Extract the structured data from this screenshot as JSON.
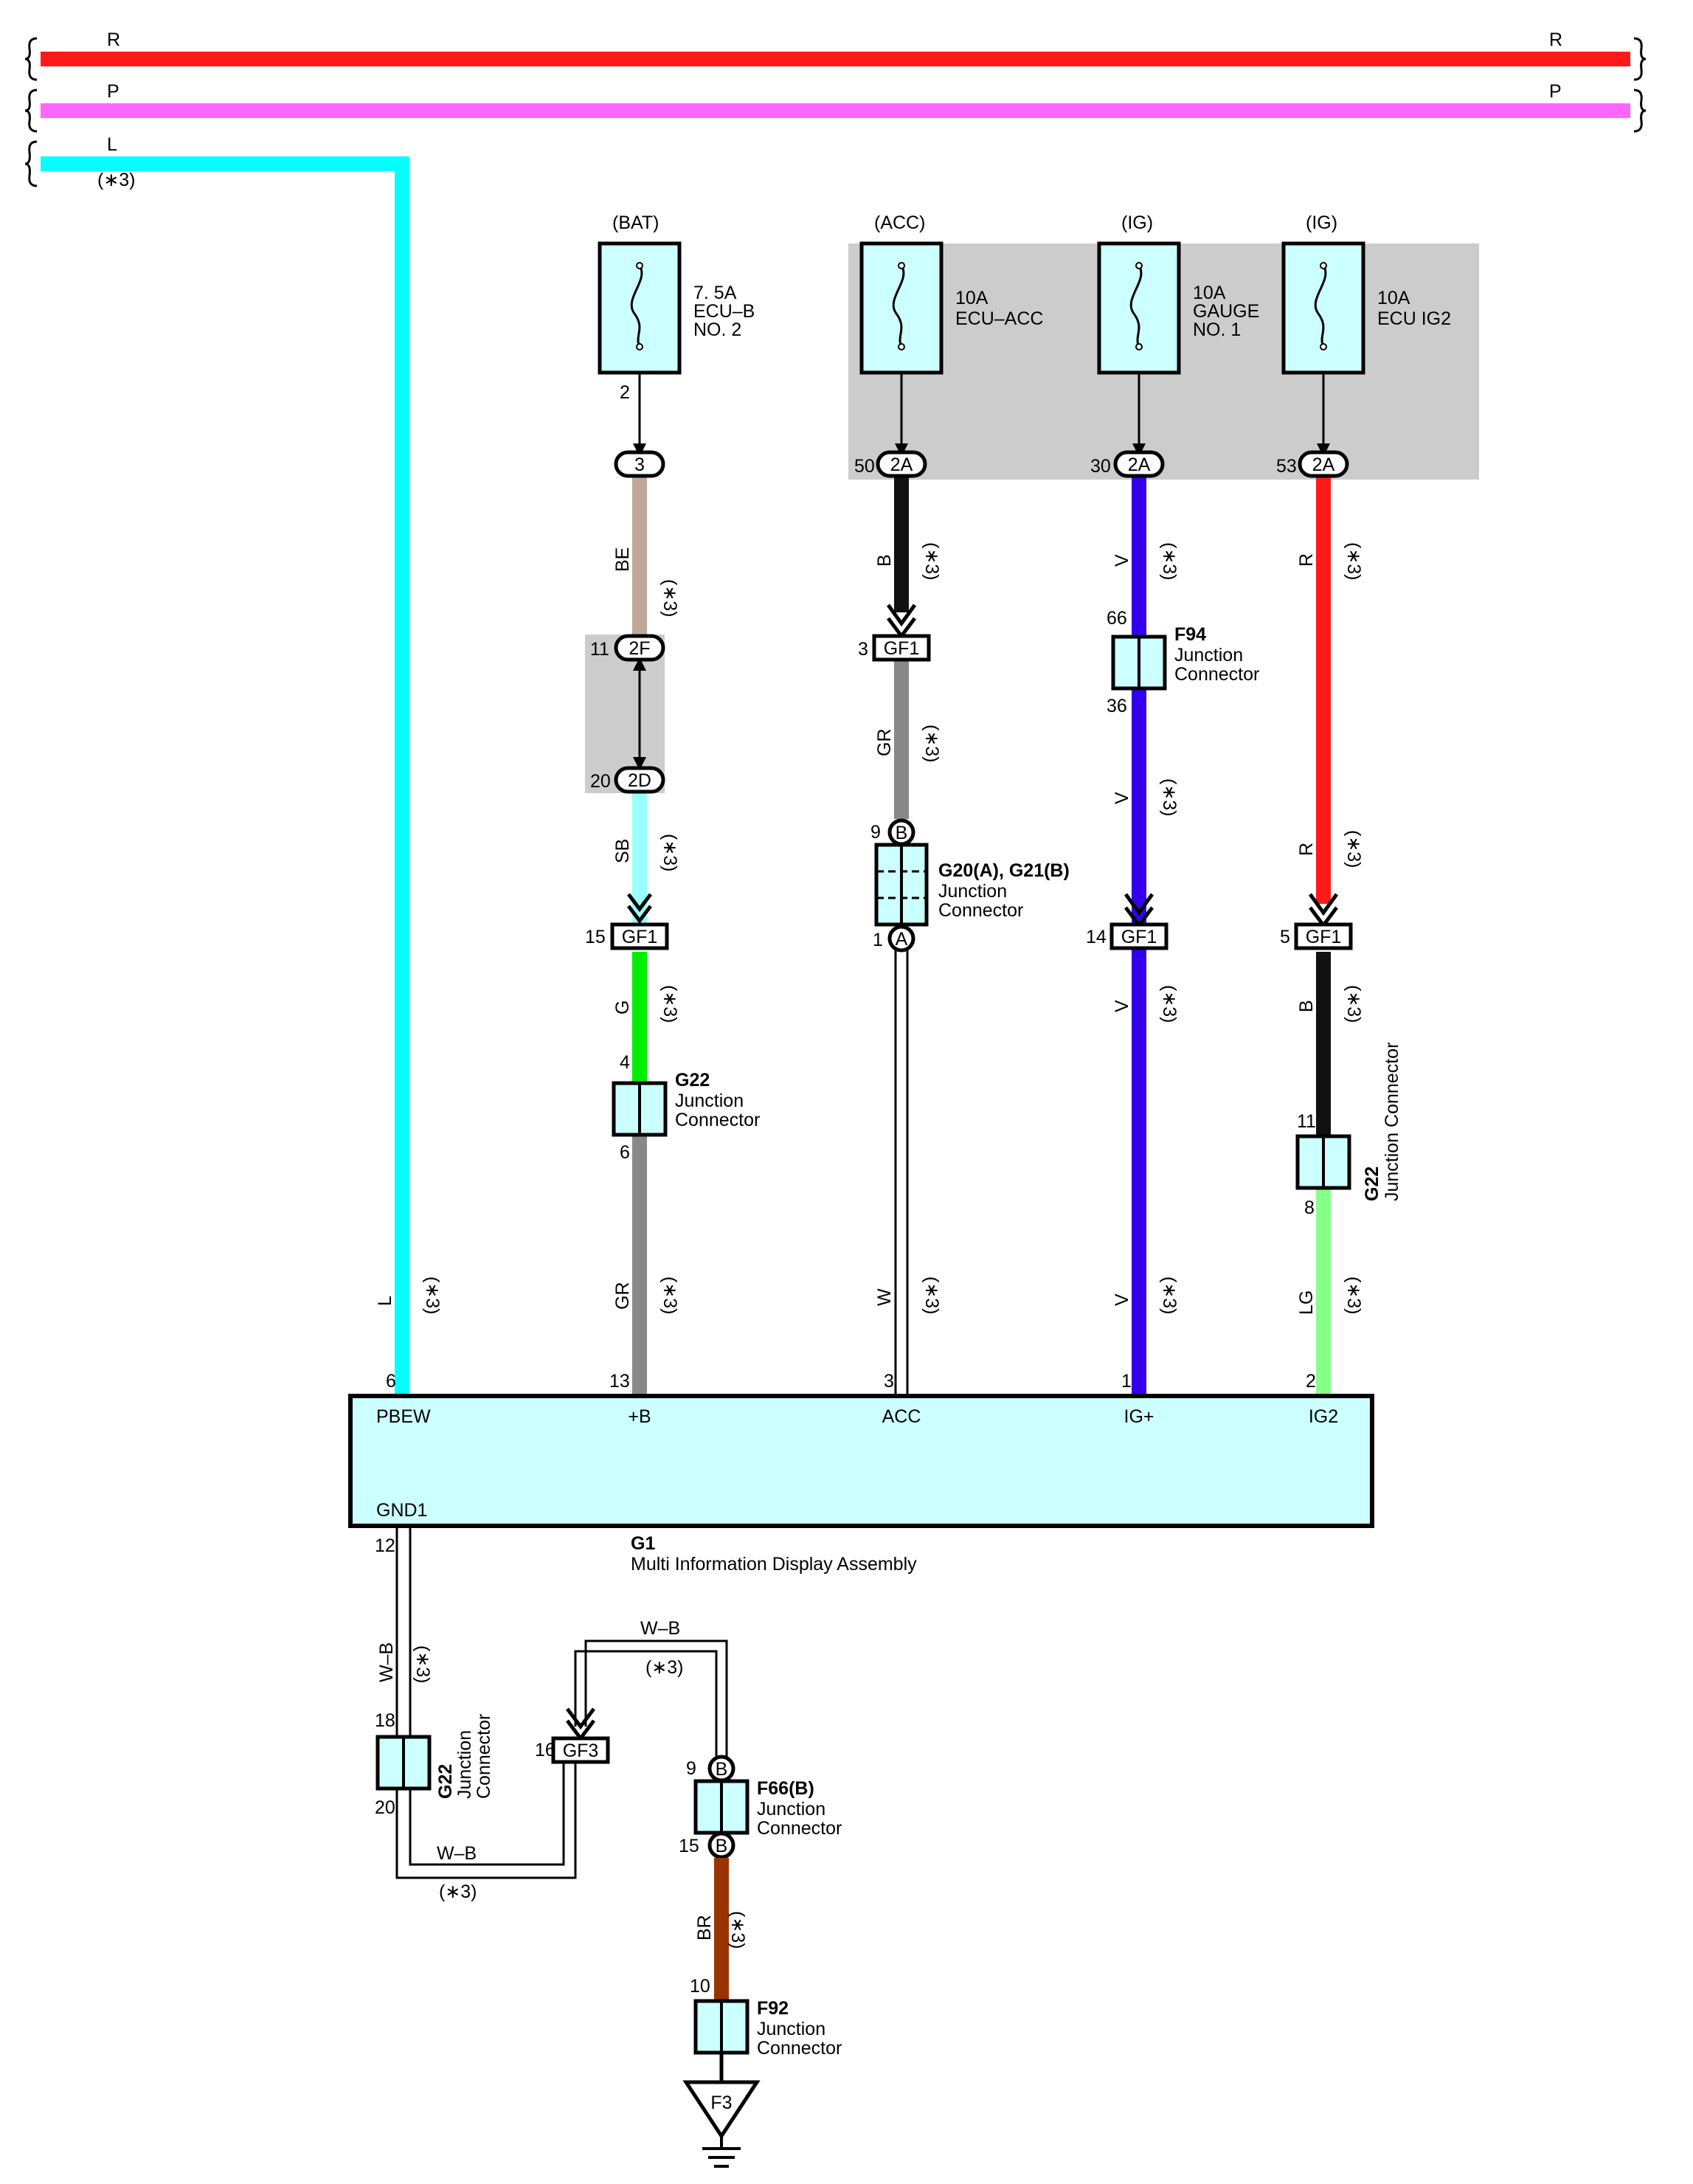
{
  "bus_wires": [
    {
      "code": "R",
      "color": "#ff1a1a"
    },
    {
      "code": "P",
      "color": "#ff66ff"
    },
    {
      "code": "L",
      "color": "#00ffff",
      "note": "(∗3)"
    }
  ],
  "fuses": [
    {
      "source": "(BAT)",
      "rating": "7. 5A",
      "name_line1": "ECU–B",
      "name_line2": "NO. 2",
      "pin": "2",
      "conn_pin": "3"
    },
    {
      "source": "(ACC)",
      "rating": "10A",
      "name_line1": "ECU–ACC",
      "name_line2": "",
      "pin": "50",
      "conn_pin": "2A"
    },
    {
      "source": "(IG)",
      "rating": "10A",
      "name_line1": "GAUGE",
      "name_line2": "NO. 1",
      "pin": "30",
      "conn_pin": "2A"
    },
    {
      "source": "(IG)",
      "rating": "10A",
      "name_line1": "ECU IG2",
      "name_line2": "",
      "pin": "53",
      "conn_pin": "2A"
    }
  ],
  "wire_colors": {
    "BE": "#bfa898",
    "SB": "#99ffff",
    "G": "#00ee00",
    "GR": "#888888",
    "B": "#111111",
    "W": "#ffffff",
    "V": "#3300ee",
    "R": "#ff1a1a",
    "LG": "#88ff88",
    "L": "#00ffff",
    "BR": "#993300"
  },
  "wire_labels": {
    "be": "BE",
    "sb": "SB",
    "g": "G",
    "gr": "GR",
    "b": "B",
    "w": "W",
    "v": "V",
    "r": "R",
    "lg": "LG",
    "l": "L",
    "wb": "W–B",
    "br": "BR"
  },
  "note": "(∗3)",
  "pins": {
    "p11": "11",
    "p2f": "2F",
    "p20": "20",
    "p2d": "2D",
    "p15": "15",
    "gf1": "GF1",
    "p3": "3",
    "p14": "14",
    "p5": "5",
    "p4": "4",
    "p6": "6",
    "p9": "9",
    "b": "B",
    "p1": "1",
    "a": "A",
    "p66": "66",
    "p36": "36",
    "p11b": "11",
    "p8": "8",
    "p13": "13",
    "p3b": "3",
    "p1b": "1",
    "p2b": "2",
    "p6b": "6",
    "p12": "12",
    "p18": "18",
    "p20b": "20",
    "p16": "16",
    "gf3": "GF3",
    "p9b": "9",
    "p15b": "15",
    "p10": "10"
  },
  "connectors": {
    "g22a": {
      "code": "G22",
      "line1": "Junction",
      "line2": "Connector"
    },
    "g20": {
      "code": "G20(A), G21(B)",
      "line1": "Junction",
      "line2": "Connector"
    },
    "f94": {
      "code": "F94",
      "line1": "Junction",
      "line2": "Connector"
    },
    "g22b": {
      "code": "G22",
      "line1": "Junction Connector"
    },
    "g22c": {
      "code": "G22",
      "line1": "Junction",
      "line2": "Connector"
    },
    "f66": {
      "code": "F66(B)",
      "line1": "Junction",
      "line2": "Connector"
    },
    "f92": {
      "code": "F92",
      "line1": "Junction",
      "line2": "Connector"
    }
  },
  "ecu": {
    "code": "G1",
    "name": "Multi Information Display Assembly",
    "terminals": {
      "pbew": "PBEW",
      "b": "+B",
      "acc": "ACC",
      "ig": "IG+",
      "ig2": "IG2",
      "gnd1": "GND1"
    }
  },
  "ground": {
    "code": "F3"
  }
}
